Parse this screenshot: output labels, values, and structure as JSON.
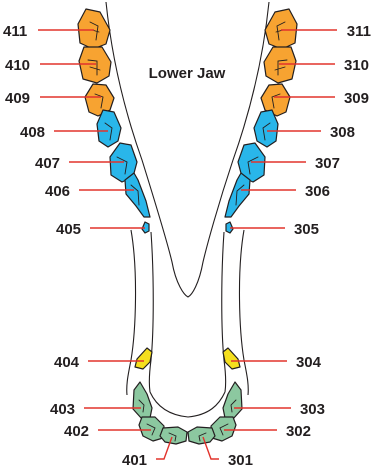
{
  "diagram": {
    "title": "Lower Jaw",
    "colors": {
      "molar": "#f7a331",
      "premolar": "#29b6ea",
      "wolf_tooth": "#29b6ea",
      "canine": "#f5df1e",
      "incisor": "#8cc8a0",
      "leader_line": "#e2332c",
      "outline": "#231f20"
    },
    "left_labels": [
      "411",
      "410",
      "409",
      "408",
      "407",
      "406",
      "405",
      "404",
      "403",
      "402",
      "401"
    ],
    "right_labels": [
      "311",
      "310",
      "309",
      "308",
      "307",
      "306",
      "305",
      "304",
      "303",
      "302",
      "301"
    ]
  }
}
